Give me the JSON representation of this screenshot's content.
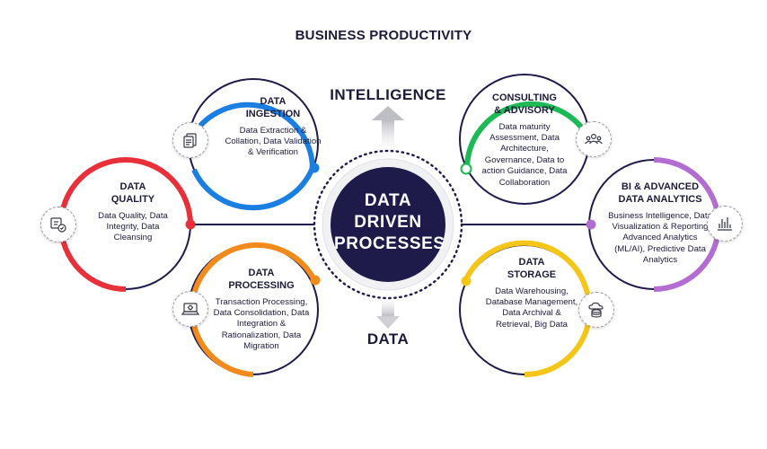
{
  "title": "BUSINESS PRODUCTIVITY",
  "top_label": "INTELLIGENCE",
  "bottom_label": "DATA",
  "center": {
    "line1": "DATA",
    "line2": "DRIVEN",
    "line3": "PROCESSES"
  },
  "colors": {
    "navy": "#1e1b4b",
    "blue": "#1a7fe0",
    "green": "#1db954",
    "red": "#e8303a",
    "purple": "#b36ccf",
    "orange": "#f28a1c",
    "yellow": "#f5c518"
  },
  "nodes": {
    "ingestion": {
      "title_1": "DATA",
      "title_2": "INGESTION",
      "body": "Data Extraction & Collation, Data Validation & Verification",
      "icon": "documents-icon"
    },
    "consulting": {
      "title_1": "CONSULTING",
      "title_2": "& ADVISORY",
      "body": "Data maturity Assessment, Data Architecture, Governance, Data to action Guidance, Data Collaboration",
      "icon": "people-icon"
    },
    "quality": {
      "title_1": "DATA",
      "title_2": "QUALITY",
      "body": "Data Quality, Data Integrity, Data Cleansing",
      "icon": "quality-box-icon"
    },
    "analytics": {
      "title_1": "BI & ADVANCED",
      "title_2": "DATA ANALYTICS",
      "body": "Business Intelligence, Data Visualization & Reporting Advanced Analytics (ML/AI), Predictive Data Analytics",
      "icon": "bar-chart-icon"
    },
    "processing": {
      "title_1": "DATA",
      "title_2": "PROCESSING",
      "body": "Transaction Processing, Data Consolidation, Data Integration & Rationalization, Data Migration",
      "icon": "laptop-gear-icon"
    },
    "storage": {
      "title_1": "DATA",
      "title_2": "STORAGE",
      "body": "Data Warehousing, Database Management, Data Archival & Retrieval, Big Data",
      "icon": "cloud-database-icon"
    }
  }
}
